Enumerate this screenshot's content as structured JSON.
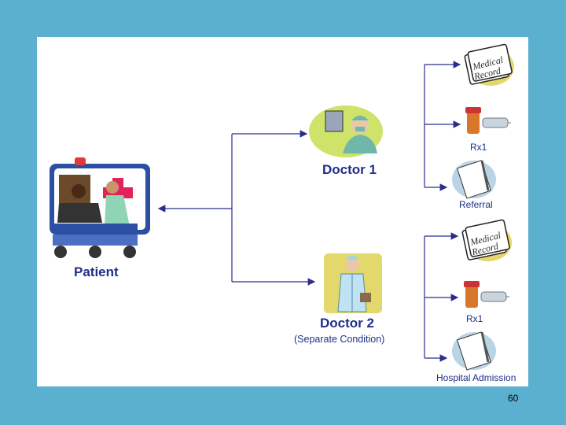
{
  "patient": {
    "label": "Patient"
  },
  "doctor1": {
    "label": "Doctor 1",
    "outputs": {
      "record": "Medical Record",
      "rx": "Rx1",
      "referral": "Referral"
    }
  },
  "doctor2": {
    "label": "Doctor 2",
    "note": "(Separate Condition)",
    "outputs": {
      "record": "Medical Record",
      "rx": "Rx1",
      "admission": "Hospital Admission"
    }
  },
  "record_word1": "Medical",
  "record_word2": "Record",
  "page_number": "60",
  "colors": {
    "background": "#5bb0cf",
    "text": "#1f2e8a",
    "connector": "#2b2d8e"
  }
}
